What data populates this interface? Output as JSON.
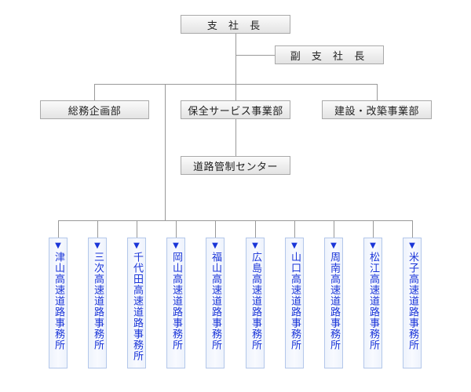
{
  "chart": {
    "president": "支 社 長",
    "vice_president": "副 支 社 長",
    "departments": [
      {
        "label": "総務企画部"
      },
      {
        "label": "保全サービス事業部"
      },
      {
        "label": "建設・改築事業部"
      }
    ],
    "road_control_center": "道路管制センター",
    "marker": "▼",
    "offices": [
      {
        "label": "津山高速道路事務所"
      },
      {
        "label": "三次高速道路事務所"
      },
      {
        "label": "千代田高速道路事務所"
      },
      {
        "label": "岡山高速道路事務所"
      },
      {
        "label": "福山高速道路事務所"
      },
      {
        "label": "広島高速道路事務所"
      },
      {
        "label": "山口高速道路事務所"
      },
      {
        "label": "周南高速道路事務所"
      },
      {
        "label": "松江高速道路事務所"
      },
      {
        "label": "米子高速道路事務所"
      }
    ]
  },
  "colors": {
    "line": "#999999",
    "box_border": "#a9a9a9",
    "office_border": "#b3c7ea",
    "office_text": "#1a35d8"
  }
}
